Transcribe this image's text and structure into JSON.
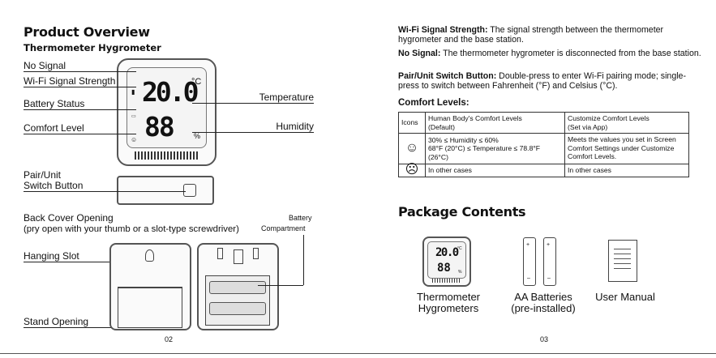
{
  "left": {
    "title": "Product Overview",
    "subtitle": "Thermometer Hygrometer",
    "front_labels": {
      "no_signal": "No Signal",
      "wifi": "Wi-Fi Signal Strength",
      "battery": "Battery Status",
      "comfort": "Comfort Level",
      "pair_unit_1": "Pair/Unit",
      "pair_unit_2": "Switch Button",
      "temperature": "Temperature",
      "humidity": "Humidity"
    },
    "display": {
      "temp_value": "20.0",
      "temp_unit": "°C",
      "humidity_value": "88",
      "humidity_unit": "%"
    },
    "back_labels": {
      "back_cover": "Back Cover Opening",
      "back_cover_note": "(pry open with your thumb or a slot-type screwdriver)",
      "battery_comp_1": "Battery",
      "battery_comp_2": "Compartment",
      "hanging_slot": "Hanging Slot",
      "stand_opening": "Stand Opening"
    },
    "page_number": "02"
  },
  "right": {
    "wifi_label": "Wi-Fi Signal Strength:",
    "wifi_text": " The signal strength between the thermometer hygrometer and the base station.",
    "nosignal_label": "No Signal:",
    "nosignal_text": " The thermometer hygrometer is disconnected from the base station.",
    "pair_label": "Pair/Unit Switch Button:",
    "pair_text": " Double-press to enter Wi-Fi pairing mode; single-press to switch between Fahrenheit (°F) and Celsius (°C).",
    "comfort_title": "Comfort Levels:",
    "table": {
      "col_icons": "Icons",
      "col_human_1": "Human Body's Comfort Levels",
      "col_human_2": "(Default)",
      "col_custom_1": "Customize Comfort Levels",
      "col_custom_2": "(Set via App)",
      "row1_icon": "smile-icon",
      "row1_human_1": "30% ≤ Humidity ≤ 60%",
      "row1_human_2": "68°F (20°C) ≤ Temperature ≤ 78.8°F (26°C)",
      "row1_custom": "Meets the values you set in Screen Comfort Settings under Customize Comfort Levels.",
      "row2_icon": "frown-icon",
      "row2_human": "In other cases",
      "row2_custom": "In other cases"
    },
    "package_title": "Package Contents",
    "package_items": [
      {
        "line1": "Thermometer",
        "line2": "Hygrometers"
      },
      {
        "line1": "AA Batteries",
        "line2": "(pre-installed)"
      },
      {
        "line1": "User Manual",
        "line2": ""
      }
    ],
    "mini_display": {
      "temp": "20.0",
      "unit": "°C",
      "hum": "88",
      "hum_unit": "%"
    },
    "page_number": "03"
  }
}
